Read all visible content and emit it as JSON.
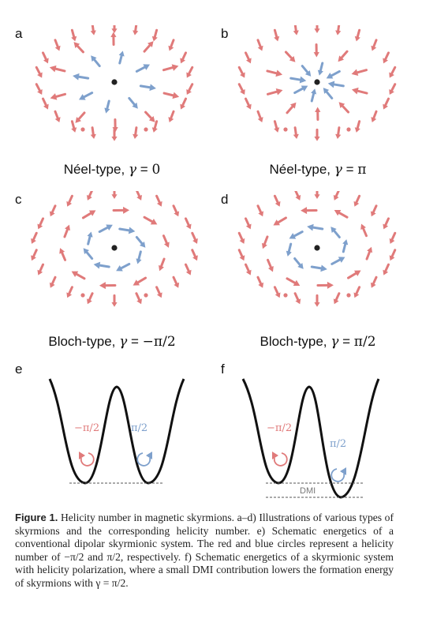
{
  "panels": [
    {
      "letter": "a",
      "type_label": "Néel-type, ",
      "gamma_symbol": "γ",
      "eq": " = ",
      "value": "0"
    },
    {
      "letter": "b",
      "type_label": "Néel-type, ",
      "gamma_symbol": "γ",
      "eq": " = ",
      "value": "π"
    },
    {
      "letter": "c",
      "type_label": "Bloch-type, ",
      "gamma_symbol": "γ",
      "eq": " = ",
      "value": "−π/2"
    },
    {
      "letter": "d",
      "type_label": "Bloch-type, ",
      "gamma_symbol": "γ",
      "eq": " = ",
      "value": "π/2"
    }
  ],
  "energy_panels": [
    {
      "letter": "e",
      "left_label": "−π/2",
      "right_label": "π/2"
    },
    {
      "letter": "f",
      "left_label": "−π/2",
      "right_label": "π/2",
      "dmi_label": "DMI"
    }
  ],
  "colors": {
    "red": "#e07a7a",
    "blue": "#7ea0cc",
    "dark": "#222222"
  },
  "caption": {
    "label": "Figure 1.",
    "text": " Helicity number in magnetic skyrmions. a–d) Illustrations of various types of skyrmions and the corresponding helicity number. e) Schematic energetics of a conventional dipolar skyrmionic system. The red and blue circles represent a helicity number of −π/2 and π/2, respectively. f) Schematic energetics of a skyrmionic system with helicity polarization, where a small DMI contribution lowers the formation energy of skyrmions with γ = π/2."
  }
}
